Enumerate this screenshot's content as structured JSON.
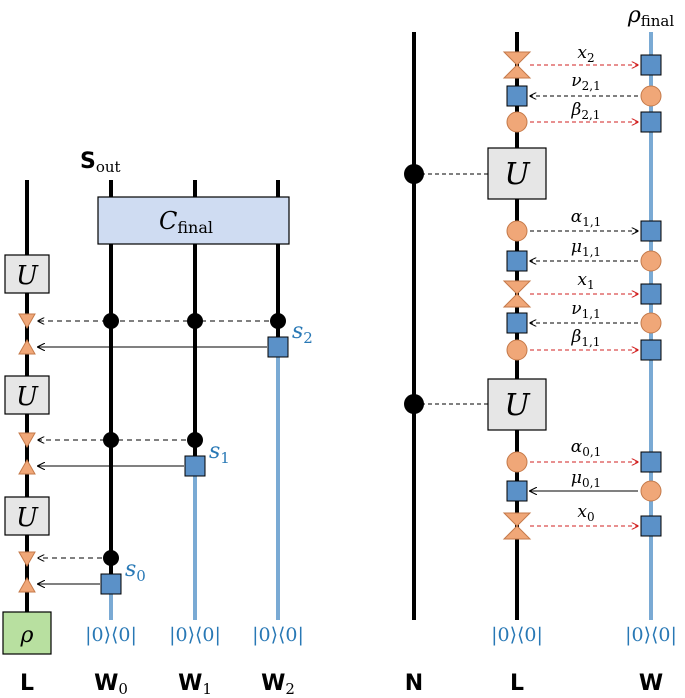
{
  "colors": {
    "black": "#000000",
    "blue": "#7aaad4",
    "blue_text": "#2878b5",
    "blue_square": "#5b91c8",
    "orange": "#f0a778",
    "red_dashed": "#d22020",
    "gate_fill": "#e6e6e6",
    "final_fill": "#cfdcf2",
    "rho_fill": "#b8e0a0"
  },
  "left_panel": {
    "s_out_label": "S",
    "s_out_sub": "out",
    "final_gate_script": "C",
    "final_gate_sub": "final",
    "unitary_label": "U",
    "rho_label": "ρ",
    "ket0_label": "|0⟩⟨0|",
    "s_labels": [
      {
        "base": "s",
        "sub": "0"
      },
      {
        "base": "s",
        "sub": "1"
      },
      {
        "base": "s",
        "sub": "2"
      }
    ],
    "wire_labels": [
      {
        "base": "L",
        "sub": ""
      },
      {
        "base": "W",
        "sub": "0"
      },
      {
        "base": "W",
        "sub": "1"
      },
      {
        "base": "W",
        "sub": "2"
      }
    ]
  },
  "right_panel": {
    "rho_final_base": "ρ",
    "rho_final_sub": "final",
    "unitary_label": "U",
    "ket0_label": "|0⟩⟨0|",
    "wire_labels": [
      "N",
      "L",
      "W"
    ],
    "arrow_labels": [
      {
        "base": "x",
        "sub": "2"
      },
      {
        "base": "ν",
        "sub": "2,1"
      },
      {
        "base": "β",
        "sub": "2,1"
      },
      {
        "base": "α",
        "sub": "1,1"
      },
      {
        "base": "μ",
        "sub": "1,1"
      },
      {
        "base": "x",
        "sub": "1"
      },
      {
        "base": "ν",
        "sub": "1,1"
      },
      {
        "base": "β",
        "sub": "1,1"
      },
      {
        "base": "α",
        "sub": "0,1"
      },
      {
        "base": "μ",
        "sub": "0,1"
      },
      {
        "base": "x",
        "sub": "0"
      }
    ]
  }
}
